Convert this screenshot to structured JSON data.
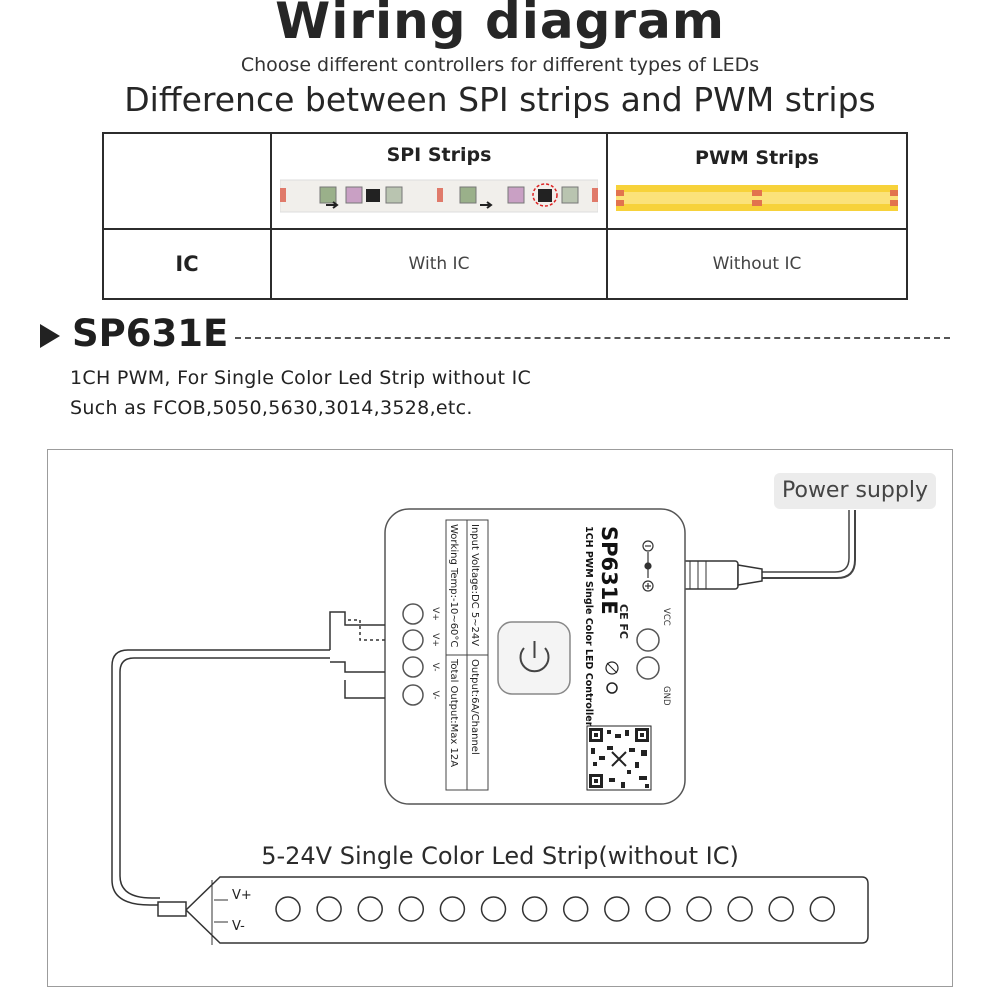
{
  "header": {
    "title": "Wiring diagram",
    "subtitle": "Choose different controllers for different types of LEDs",
    "difference": "Difference between SPI strips and PWM strips"
  },
  "comparison": {
    "col_spi": "SPI Strips",
    "col_pwm": "PWM Strips",
    "row_label": "IC",
    "spi_value": "With IC",
    "pwm_value": "Without IC"
  },
  "product": {
    "model": "SP631E",
    "desc_line1": "1CH PWM, For Single Color Led Strip without IC",
    "desc_line2": "Such as FCOB,5050,5630,3014,3528,etc."
  },
  "diagram": {
    "power_supply_label": "Power supply",
    "controller": {
      "model": "SP631E",
      "subtitle": "1CH PWM Single Color LED Controller",
      "spec_input": "Input Voltage:DC 5~24V",
      "spec_temp": "Working Temp:-10~60°C",
      "spec_output": "Output:6A/Channel",
      "spec_total": "Total Output:Max 12A",
      "vcc_label": "VCC",
      "gnd_label": "GND",
      "terminal_labels": [
        "V+",
        "V+",
        "V-",
        "V-"
      ],
      "cert_marks": "CE FC"
    },
    "strip_caption": "5-24V Single Color Led Strip(without IC)",
    "strip_vplus": "V+",
    "strip_vminus": "V-"
  },
  "colors": {
    "pwm_strip": "#f7d23a",
    "spi_strip": "#f2f0ec",
    "power_supply_bg": "#ececec"
  }
}
